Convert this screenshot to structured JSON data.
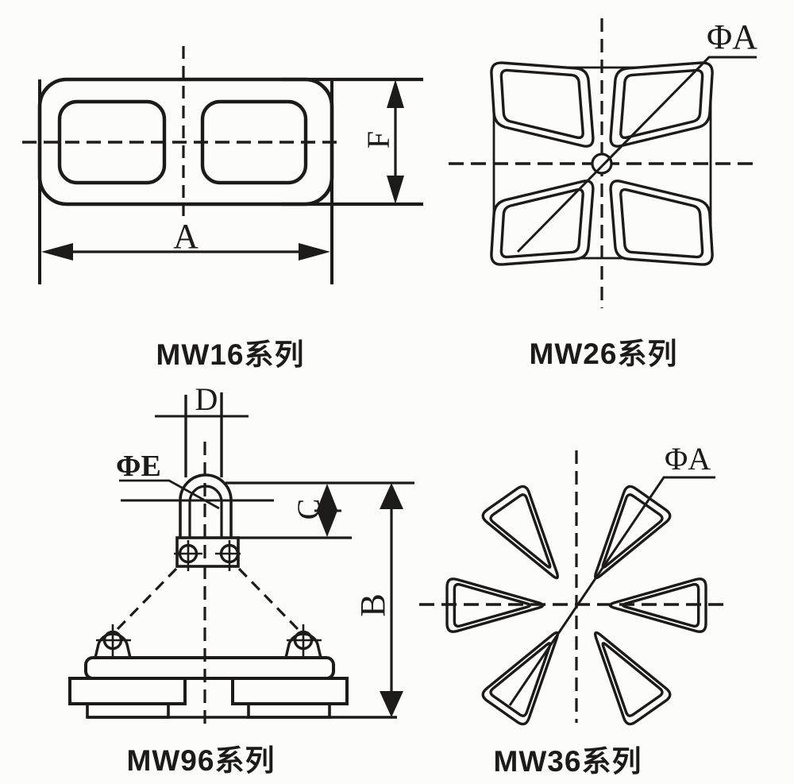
{
  "page": {
    "background_color": "#fcfcfa",
    "line_color": "#1d1b19",
    "description": "Engineering drawing sheet with four lifting electromagnet series views"
  },
  "figures": {
    "mw16": {
      "series_label": "MW16系列",
      "dim_a_label": "A",
      "dim_f_label": "F"
    },
    "mw26": {
      "series_label": "MW26系列",
      "dim_diameter_label": "ΦA"
    },
    "mw96": {
      "series_label": "MW96系列",
      "dim_d_label": "D",
      "dim_e_label": "ΦE",
      "dim_c_label": "C",
      "dim_b_label": "B"
    },
    "mw36": {
      "series_label": "MW36系列",
      "dim_diameter_label": "ΦA"
    }
  }
}
